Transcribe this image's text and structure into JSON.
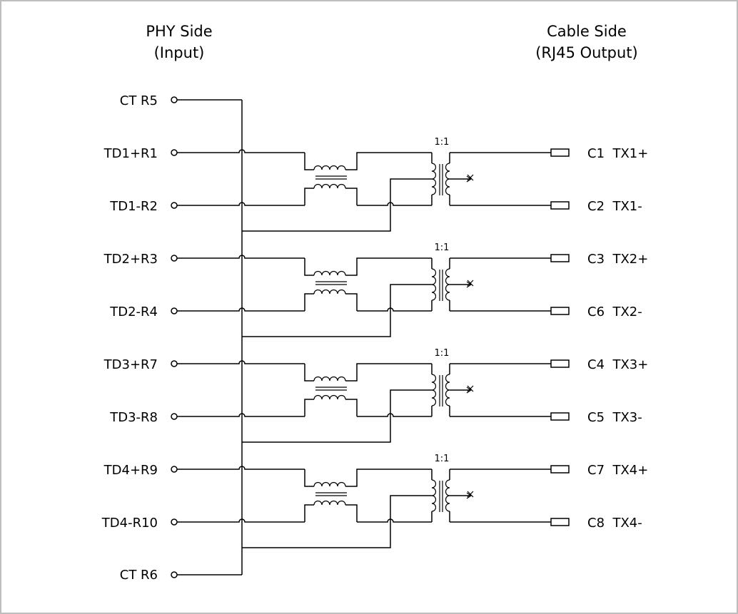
{
  "headers": {
    "left_line1": "PHY Side",
    "left_line2": "(Input)",
    "right_line1": "Cable Side",
    "right_line2": "(RJ45 Output)"
  },
  "left_pins": [
    "CT R5",
    "TD1+R1",
    "TD1-R2",
    "TD2+R3",
    "TD2-R4",
    "TD3+R7",
    "TD3-R8",
    "TD4+R9",
    "TD4-R10",
    "CT R6"
  ],
  "right_pins": [
    "C1  TX1+",
    "C2  TX1-",
    "C3  TX2+",
    "C6  TX2-",
    "C4  TX3+",
    "C5  TX3-",
    "C7  TX4+",
    "C8  TX4-"
  ],
  "transformer_ratio": "1:1",
  "colors": {
    "line": "#000000",
    "background": "#ffffff",
    "border": "#bdbdbd"
  }
}
